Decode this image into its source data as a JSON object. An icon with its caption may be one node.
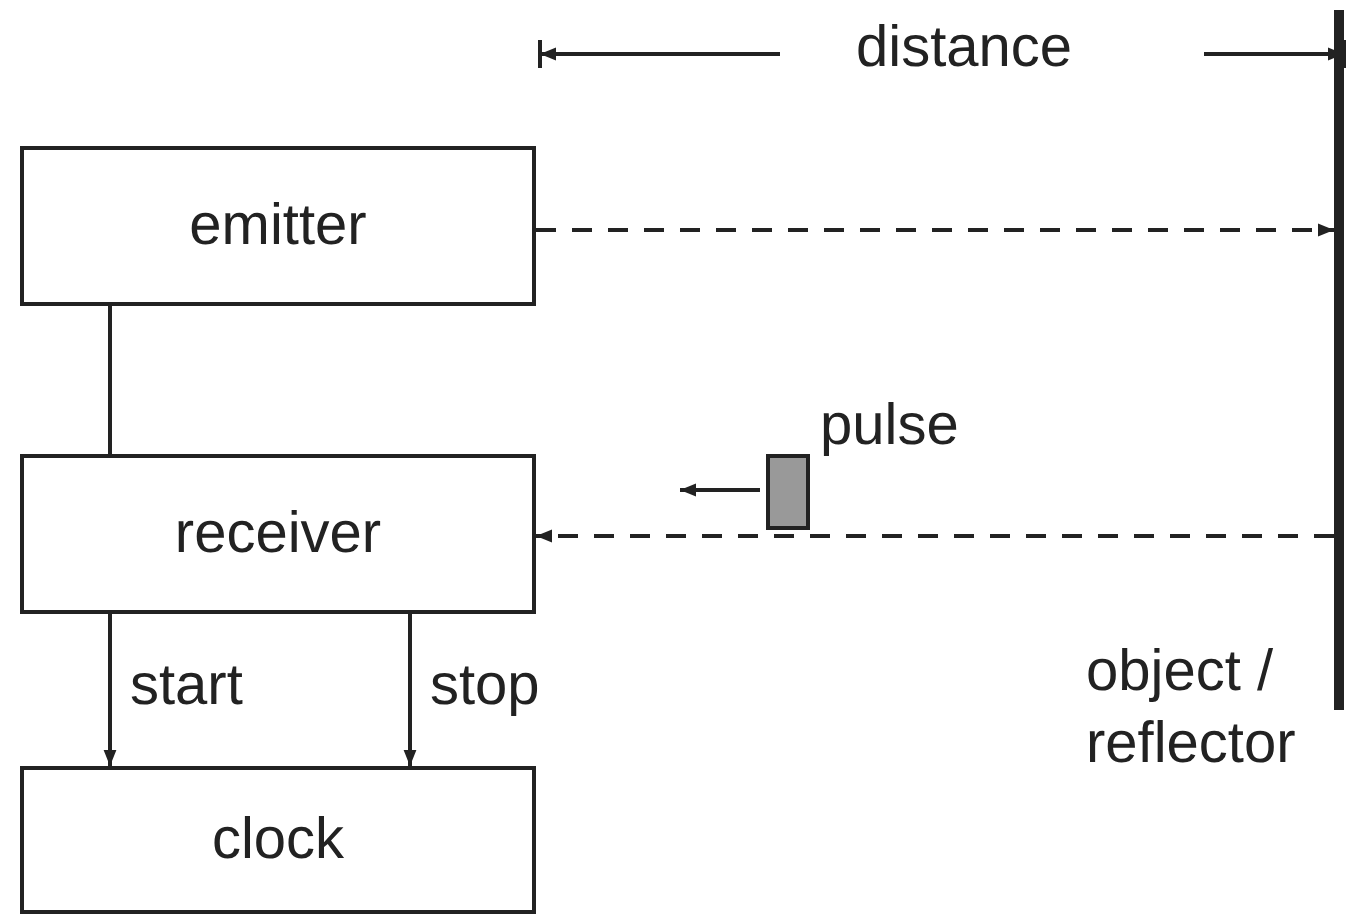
{
  "diagram": {
    "nodes": [
      {
        "text": [
          "emitter"
        ]
      },
      {
        "text": [
          "receiver"
        ]
      },
      {
        "text": [
          "clock"
        ]
      },
      {
        "text": [],
        "shape": "bar",
        "beside": [
          "object / reflector"
        ]
      },
      {
        "text": [],
        "shape": "box",
        "beside": [
          "pulse"
        ]
      }
    ],
    "edges": [
      {
        "from": 0,
        "to": 3,
        "arrow": "to",
        "style": "dashed"
      },
      {
        "from": 3,
        "to": 1,
        "arrow": "to",
        "style": "dashed"
      },
      {
        "from": 0,
        "to": 1,
        "arrow": "none"
      },
      {
        "from": 1,
        "to": 2,
        "arrow": "to",
        "label": "start"
      },
      {
        "from": 1,
        "to": 2,
        "arrow": "to",
        "label": "stop"
      }
    ],
    "labels": [
      "distance"
    ]
  }
}
